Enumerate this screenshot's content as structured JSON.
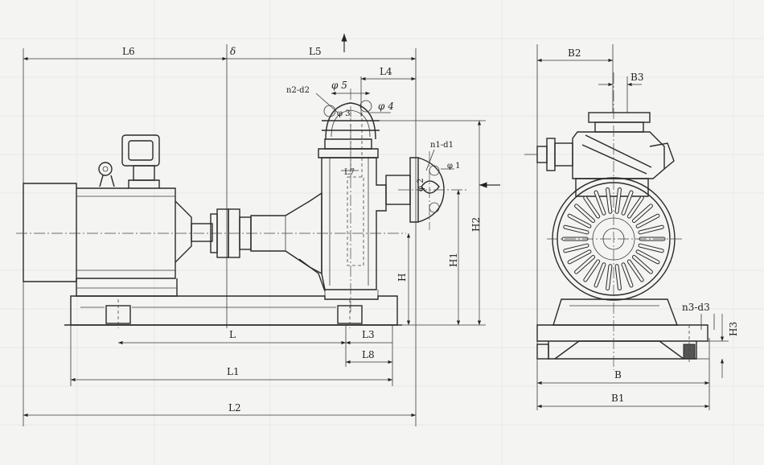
{
  "labels": {
    "L6": "L6",
    "delta": "δ",
    "L5": "L5",
    "L4": "L4",
    "phi5": "φ 5",
    "n2d2": "n2-d2",
    "phi3": "φ 3",
    "phi4": "φ 4",
    "n1d1": "n1-d1",
    "phi1": "φ 1",
    "phi2": "φ 2",
    "L7": "L7",
    "H2": "H2",
    "H1": "H1",
    "H": "H",
    "L": "L",
    "L3": "L3",
    "L8": "L8",
    "L1": "L1",
    "L2": "L2",
    "B2": "B2",
    "B3": "B3",
    "n3d3": "n3-d3",
    "H3": "H3",
    "B": "B",
    "B1": "B1"
  }
}
